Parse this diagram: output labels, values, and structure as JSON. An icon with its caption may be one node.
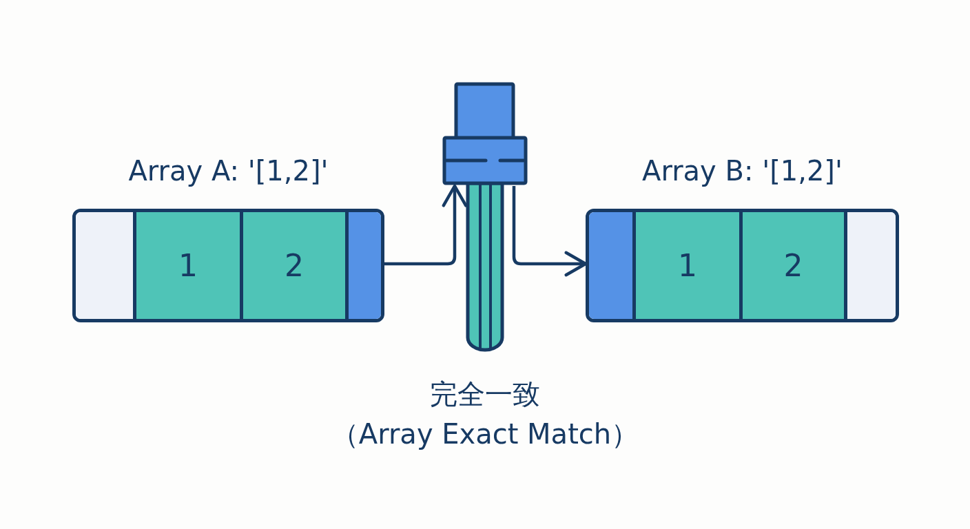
{
  "diagram": {
    "nodes": [
      {
        "text": [
          "Array A: '[1,2]'"
        ]
      },
      {
        "text": [],
        "shape": "box",
        "in": 0
      },
      {
        "text": [
          "1"
        ],
        "in": 0
      },
      {
        "text": [
          "2"
        ],
        "in": 0
      },
      {
        "text": [],
        "shape": "box",
        "in": 0
      },
      {
        "text": [],
        "shape": "plug",
        "beside": [
          "完全一致",
          "（Array Exact Match）"
        ]
      },
      {
        "text": [
          "Array B: '[1,2]'"
        ]
      },
      {
        "text": [],
        "shape": "box",
        "in": 6
      },
      {
        "text": [
          "1"
        ],
        "in": 6
      },
      {
        "text": [
          "2"
        ],
        "in": 6
      },
      {
        "text": [],
        "shape": "box",
        "in": 6
      }
    ],
    "edges": [
      {
        "from": 0,
        "to": 5,
        "arrow": "to"
      },
      {
        "from": 5,
        "to": 6,
        "arrow": "to"
      }
    ]
  }
}
